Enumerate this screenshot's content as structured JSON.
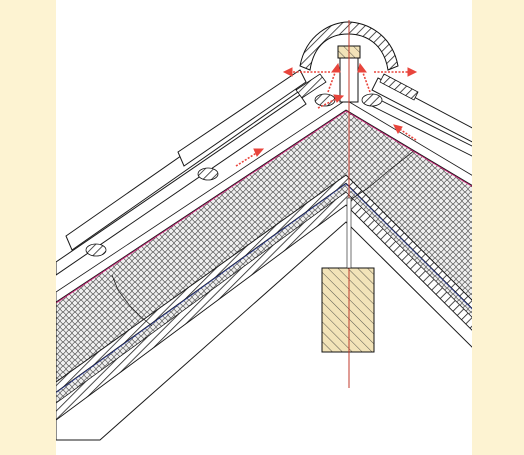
{
  "figure": {
    "kind": "roof-ridge-cross-section",
    "colors": {
      "background": "#fdf3d2",
      "panel": "#ffffff",
      "line": "#1a1a1a",
      "vapour_barrier": "#d0267a",
      "airtight_membrane": "#2d3fa0",
      "centerline": "#c0392b",
      "airflow_arrow": "#e8453c",
      "insulation": "#e9e9e9",
      "timber": "#f2e3b8"
    },
    "elements": [
      "roof-tiles",
      "ridge-cap",
      "ridge-batten",
      "vapour-barrier",
      "insulation",
      "airtight-membrane",
      "ceiling-board",
      "ridge-purlin",
      "airflow-arrows"
    ]
  }
}
